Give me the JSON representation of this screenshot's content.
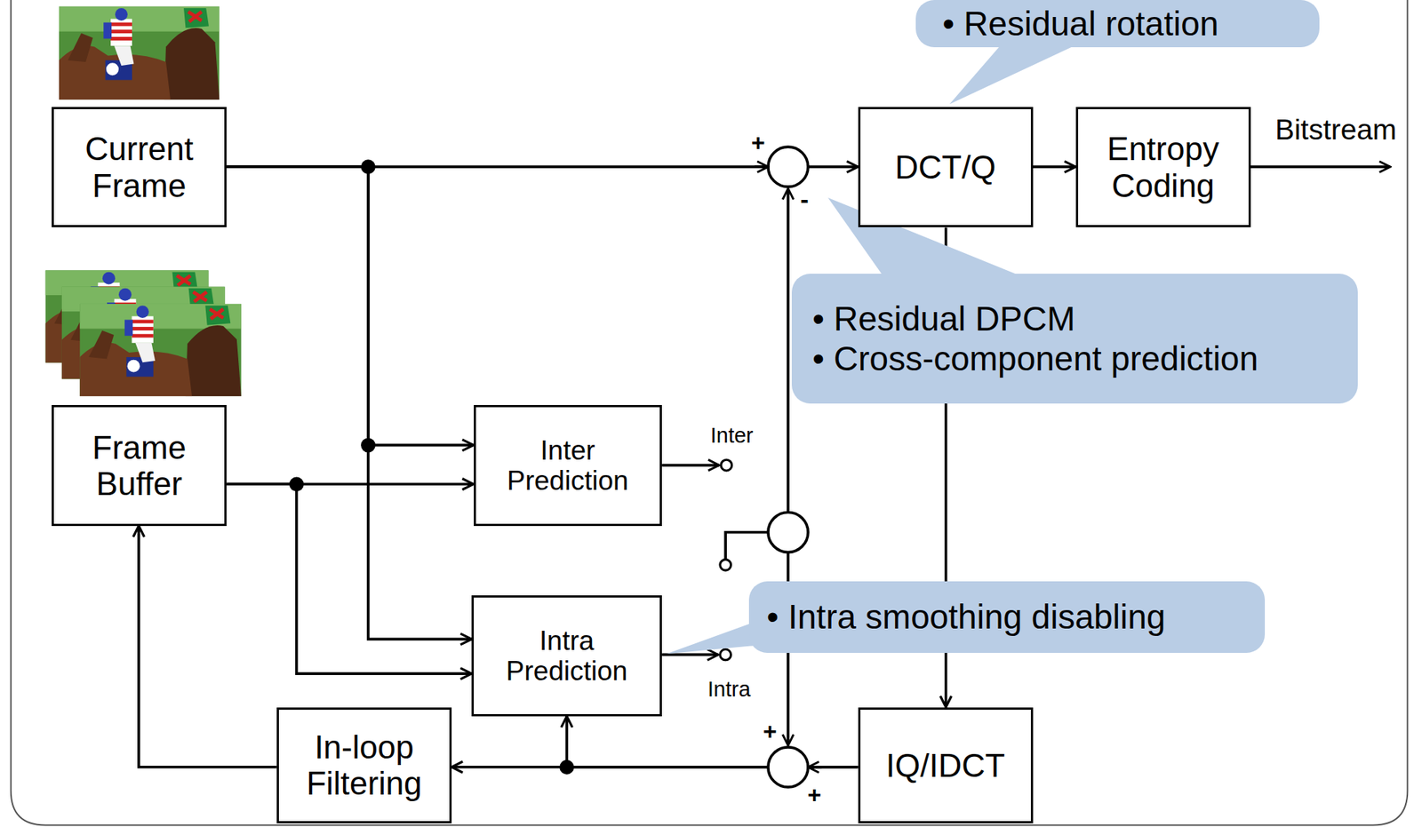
{
  "diagram": {
    "nodes": [
      {
        "text": [
          "• Residual rotation"
        ]
      },
      {
        "text": [
          "Current Frame"
        ]
      },
      {
        "text": [
          "DCT/Q"
        ]
      },
      {
        "text": [
          "Entropy Coding"
        ]
      },
      {
        "text": [
          "• Residual DPCM",
          "• Cross-component prediction"
        ]
      },
      {
        "text": [
          "Frame Buffer"
        ]
      },
      {
        "text": [
          "Inter Prediction"
        ]
      },
      {
        "text": [
          "• Intra smoothing disabling"
        ]
      },
      {
        "text": [
          "Intra Prediction"
        ]
      },
      {
        "text": [
          "In-loop Filtering"
        ]
      },
      {
        "text": [
          "IQ/IDCT"
        ]
      }
    ],
    "edges": [
      {
        "from": 1,
        "to": 2,
        "arrow": "to"
      },
      {
        "from": 2,
        "to": 3,
        "arrow": "to"
      },
      {
        "from": 1,
        "to": 6,
        "arrow": "to"
      },
      {
        "from": 1,
        "to": 8,
        "arrow": "to"
      },
      {
        "from": 5,
        "to": 6,
        "arrow": "to"
      },
      {
        "from": 5,
        "to": 8,
        "arrow": "to"
      },
      {
        "from": 2,
        "to": 10,
        "arrow": "to"
      },
      {
        "from": 10,
        "to": 9,
        "arrow": "to"
      },
      {
        "from": 10,
        "to": 8,
        "arrow": "to"
      },
      {
        "from": 9,
        "to": 5,
        "arrow": "to"
      }
    ],
    "labels": [
      "Bitstream",
      "+",
      "-",
      "Inter",
      "Intra",
      "+",
      "+"
    ]
  }
}
